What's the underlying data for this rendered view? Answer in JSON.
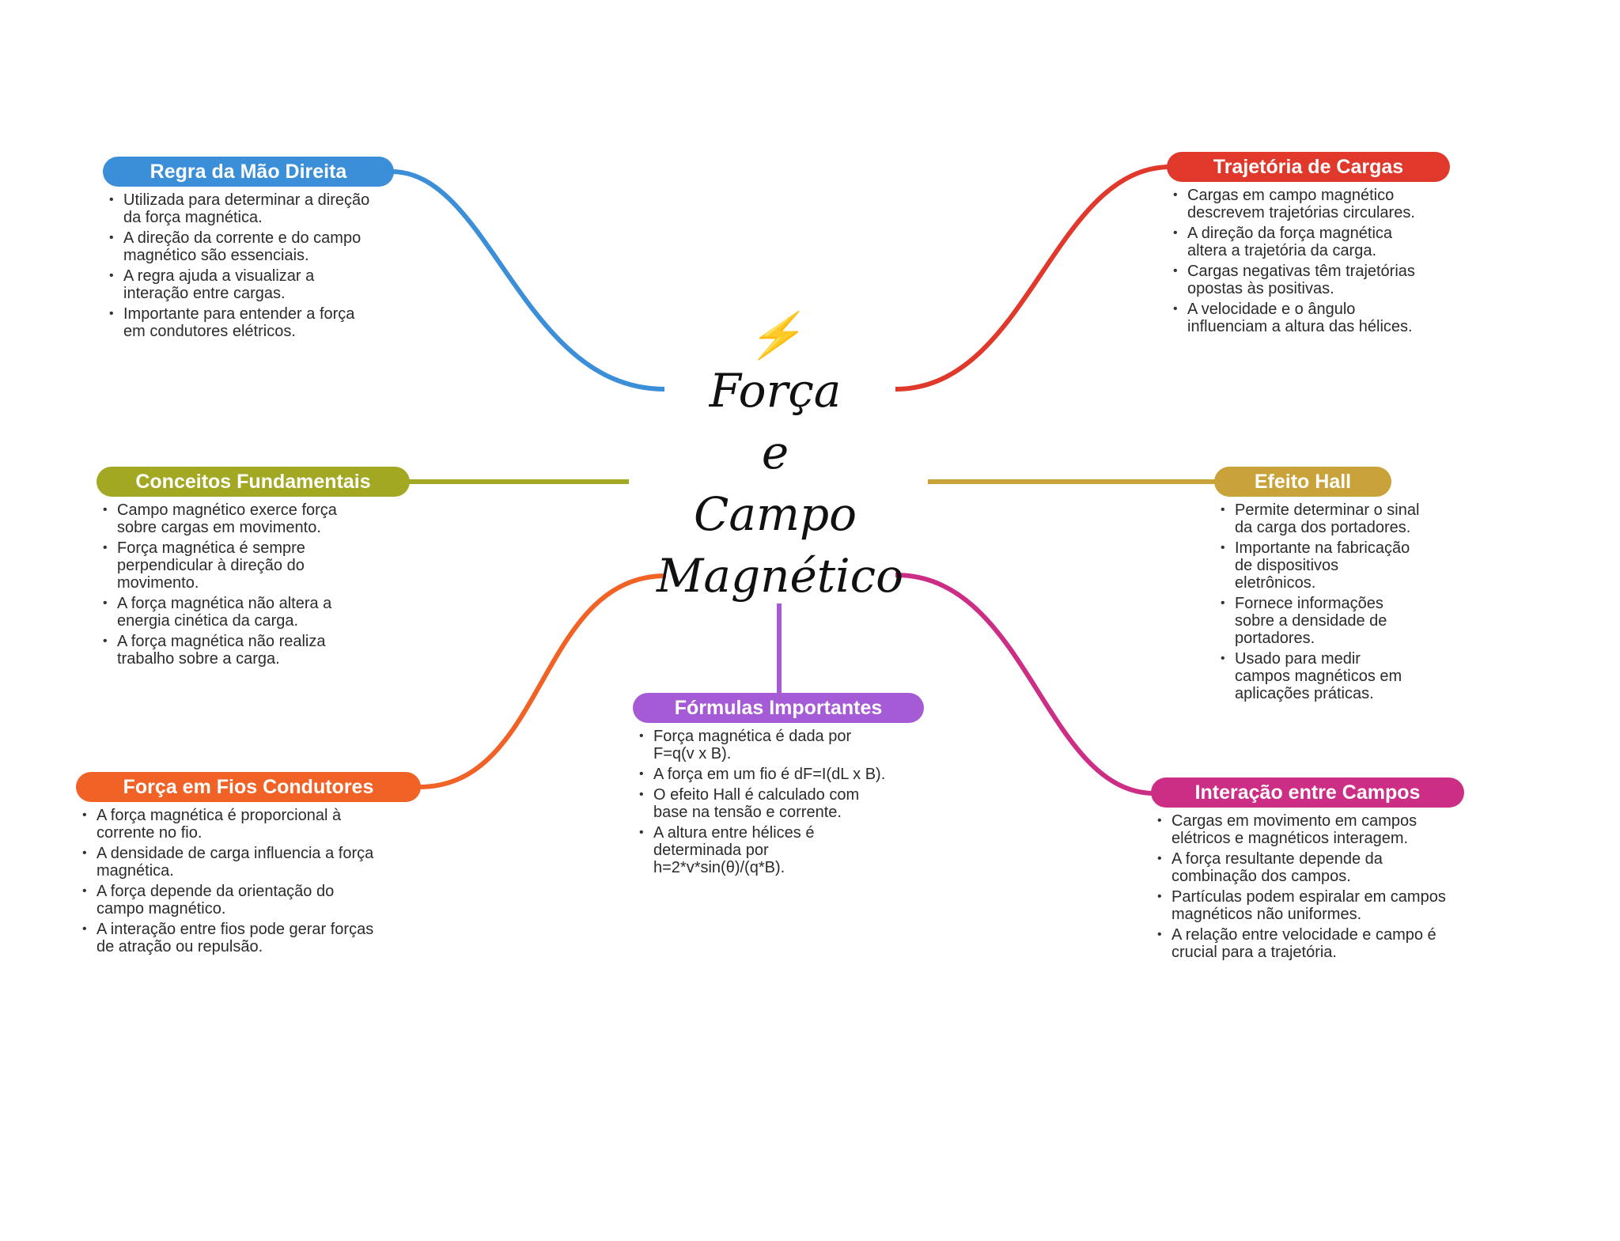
{
  "center": {
    "icon": "lightning-icon",
    "lines": [
      "Força",
      "e",
      "Campo",
      "Magnético"
    ]
  },
  "branches": [
    {
      "id": "regra",
      "title": "Regra da Mão Direita",
      "color": "#3b8fd9",
      "points": [
        "Utilizada para determinar a direção da força magnética.",
        "A direção da corrente e do campo magnético são essenciais.",
        "A regra ajuda a visualizar a interação entre cargas.",
        "Importante para entender a força em condutores elétricos."
      ]
    },
    {
      "id": "conceitos",
      "title": "Conceitos Fundamentais",
      "color": "#a3a823",
      "points": [
        "Campo magnético exerce força sobre cargas em movimento.",
        "Força magnética é sempre perpendicular à direção do movimento.",
        "A força magnética não altera a energia cinética da carga.",
        "A força magnética não realiza trabalho sobre a carga."
      ]
    },
    {
      "id": "fios",
      "title": "Força em Fios Condutores",
      "color": "#f06226",
      "points": [
        "A força magnética é proporcional à corrente no fio.",
        "A densidade de carga influencia a força magnética.",
        "A força depende da orientação do campo magnético.",
        "A interação entre fios pode gerar forças de atração ou repulsão."
      ]
    },
    {
      "id": "formulas",
      "title": "Fórmulas Importantes",
      "color": "#a55ad6",
      "points": [
        "Força magnética é dada por F=q(v x B).",
        "A força em um fio é dF=I(dL x B).",
        "O efeito Hall é calculado com base na tensão e corrente.",
        "A altura entre hélices é determinada por h=2*v*sin(θ)/(q*B)."
      ]
    },
    {
      "id": "trajetoria",
      "title": "Trajetória de Cargas",
      "color": "#e0382b",
      "points": [
        "Cargas em campo magnético descrevem trajetórias circulares.",
        "A direção da força magnética altera a trajetória da carga.",
        "Cargas negativas têm trajetórias opostas às positivas.",
        "A velocidade e o ângulo influenciam a altura das hélices."
      ]
    },
    {
      "id": "hall",
      "title": "Efeito Hall",
      "color": "#c9a33a",
      "points": [
        "Permite determinar o sinal da carga dos portadores.",
        "Importante na fabricação de dispositivos eletrônicos.",
        "Fornece informações sobre a densidade de portadores.",
        "Usado para medir campos magnéticos em aplicações práticas."
      ]
    },
    {
      "id": "interacao",
      "title": "Interação entre Campos",
      "color": "#cc2e86",
      "points": [
        "Cargas em movimento em campos elétricos e magnéticos interagem.",
        "A força resultante depende da combinação dos campos.",
        "Partículas podem espiralar em campos magnéticos não uniformes.",
        "A relação entre velocidade e campo é crucial para a trajetória."
      ]
    }
  ]
}
